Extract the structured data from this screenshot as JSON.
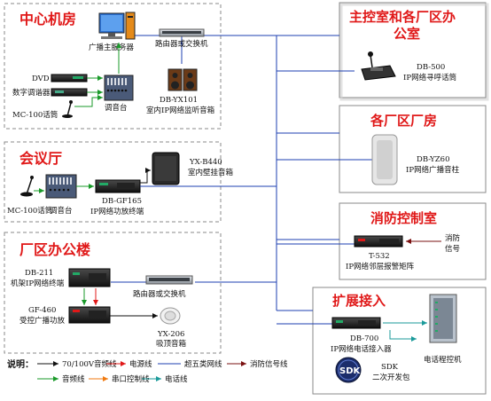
{
  "sections": {
    "center_room": "中心机房",
    "main_control": [
      "主控室和各厂区办",
      "公室"
    ],
    "factory": "各厂区厂房",
    "meeting": "会议厅",
    "fire": "消防控制室",
    "office": "厂区办公楼",
    "expand": "扩展接入"
  },
  "devices": {
    "server": "广播主服务器",
    "router1": "路由器或交换机",
    "dvd": "DVD",
    "tuner": "数字调谐器",
    "mic1": "MC-100话筒",
    "mixer1": "调音台",
    "speaker1_model": "DB-YX101",
    "speaker1_desc": "室内IP网络监听音箱",
    "pager_model": "DB-500",
    "pager_desc": "IP网络寻呼话筒",
    "column_model": "DB-YZ60",
    "column_desc": "IP网络广播音柱",
    "wall_spk_model": "YX-B440",
    "wall_spk_desc": "室内壁挂音箱",
    "mic2": "MC-100话筒",
    "mixer2": "调音台",
    "amp_model": "DB-GF165",
    "amp_desc": "IP网络功放终端",
    "alarm_model": "T-532",
    "alarm_desc": "IP网络邻层报警矩阵",
    "fire_signal_1": "消防",
    "fire_signal_2": "信号",
    "rack_model": "DB-211",
    "rack_desc": "机架IP网络终端",
    "router2": "路由器或交换机",
    "gf_model": "GF-460",
    "gf_desc": "受控广播功放",
    "ceiling_model": "YX-206",
    "ceiling_desc": "吸顶音箱",
    "phone_model": "DB-700",
    "phone_desc": "IP网络电话接入器",
    "pbx": "电话程控机",
    "sdk_model": "SDK",
    "sdk_desc": "二次开发包",
    "sdk_logo": "SDK"
  },
  "legend": {
    "title": "说明：",
    "items": [
      {
        "label": "70/100V音频线",
        "color": "#111111"
      },
      {
        "label": "电源线",
        "color": "#e01818"
      },
      {
        "label": "超五类网线",
        "color": "#1c3fb0"
      },
      {
        "label": "消防信号线",
        "color": "#7a1010"
      },
      {
        "label": "音频线",
        "color": "#1a9a2a"
      },
      {
        "label": "串口控制线",
        "color": "#f07a10"
      },
      {
        "label": "电话线",
        "color": "#1a9a9a"
      }
    ]
  },
  "colors": {
    "network": "#1c3fb0",
    "audio": "#1a9a2a",
    "speaker_line": "#111111",
    "fire_line": "#7a1010",
    "phone_line": "#1a9a9a",
    "title_red": "#e01818",
    "box_border": "#8a8a8a"
  }
}
